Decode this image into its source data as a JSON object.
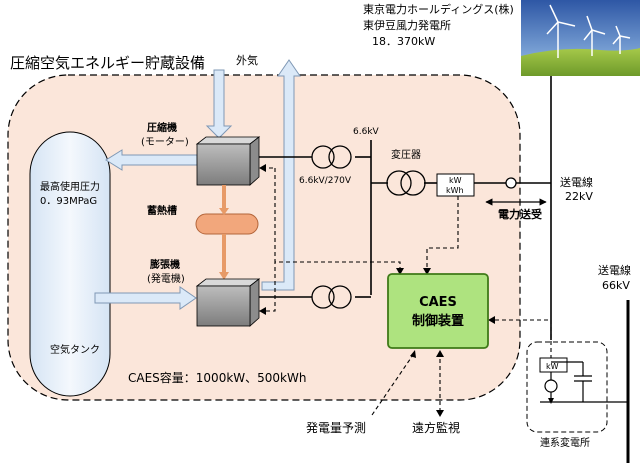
{
  "title": "圧縮空気エネルギー貯蔵設備",
  "plant": {
    "owner": "東京電力ホールディングス(株)",
    "name": "東伊豆風力発電所",
    "capacity": "18．370kW"
  },
  "outside_air": "外気",
  "compressor": {
    "line1": "圧縮機",
    "line2": "(モーター)"
  },
  "heat_storage": "蓄熱槽",
  "expander": {
    "line1": "膨張機",
    "line2": "(発電機)"
  },
  "tank": {
    "label1": "最高使用圧力",
    "label2": "0．93MPaG",
    "name": "空気タンク"
  },
  "voltage_6_6kv": "6.6kV",
  "voltage_ratio": "6.6kV/270V",
  "transformer": "変圧器",
  "meter": {
    "line1": "kW",
    "line2": "kWh"
  },
  "power_transfer": "電力送受",
  "line_22kv": {
    "line1": "送電線",
    "line2": "22kV"
  },
  "line_66kv": {
    "line1": "送電線",
    "line2": "66kV"
  },
  "controller": {
    "line1": "CAES",
    "line2": "制御装置"
  },
  "caes_capacity": "CAES容量：1000kW、500kWh",
  "forecast": "発電量予測",
  "remote": "遠方監視",
  "substation": "連系変電所",
  "sub_meter": "kW",
  "colors": {
    "equipment_bg": "#fbe6da",
    "tank_fill": "#e6f0fa",
    "air_arrow": "#dbe9f8",
    "air_stroke": "#7f98b5",
    "heat_tank": "#f2a77c",
    "heat_arrow": "#e79a67",
    "controller": "#aee37f",
    "controller_stroke": "#3f7a18",
    "sky": "#3a64b0",
    "grass": "#8eb43a"
  }
}
